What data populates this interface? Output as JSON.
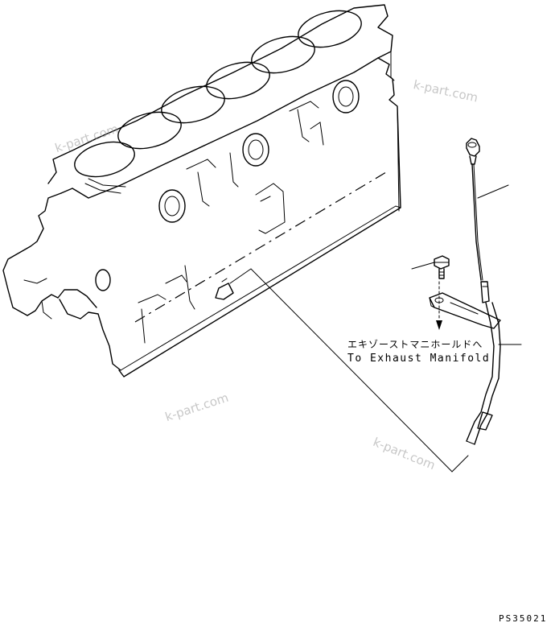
{
  "labels": {
    "manifold_jp": "エキゾーストマニホールドへ",
    "manifold_en": "To Exhaust Manifold",
    "drawing_code": "PS35021"
  },
  "watermarks": [
    "k-part.com",
    "k-part.com",
    "k-part.com",
    "k-part.com"
  ],
  "colors": {
    "line": "#000000",
    "background": "#ffffff",
    "watermark": "#9a9a9a"
  }
}
